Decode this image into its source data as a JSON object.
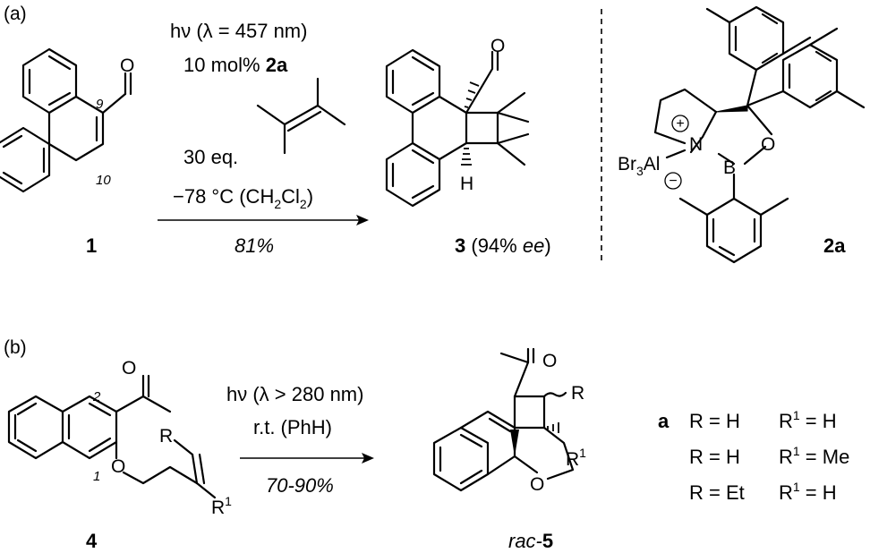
{
  "panel_a": {
    "label": "(a)",
    "cond_line1_pre": "hν (λ = 457 nm)",
    "cond_line2_pre": "10 mol% ",
    "cond_line2_cat": "2a",
    "cond_eq": "30 eq.",
    "cond_temp_pre": "−78 °C (CH",
    "cond_temp_sub1": "2",
    "cond_temp_mid": "Cl",
    "cond_temp_sub2": "2",
    "cond_temp_post": ")",
    "yield": "81%",
    "sm_number": "1",
    "pos9": "9",
    "pos10": "10",
    "prod_number": "3",
    "prod_ee_pre": " (94% ",
    "prod_ee_ital": "ee",
    "prod_ee_post": ")",
    "h_label": "H",
    "o_label": "O",
    "catalyst": {
      "number": "2a",
      "n": "N",
      "b": "B",
      "o": "O",
      "br_pre": "Br",
      "br_sub": "3",
      "al": "Al",
      "plus": "+",
      "minus": "−"
    }
  },
  "panel_b": {
    "label": "(b)",
    "cond_line1": "hν (λ > 280 nm)",
    "cond_line2": "r.t. (PhH)",
    "yield": "70-90%",
    "sm_number": "4",
    "pos2": "2",
    "pos1": "1",
    "o_ketone": "O",
    "o_ether": "O",
    "r": "R",
    "r1_pre": "R",
    "r1_sup": "1",
    "prod_prefix": "rac-",
    "prod_number": "5",
    "prod_o_ketone": "O",
    "prod_o_ether": "O",
    "prod_r": "R",
    "prod_r1_pre": "R",
    "prod_r1_sup": "1",
    "table": {
      "entry_label": "a",
      "rows": [
        {
          "r": "R = H",
          "r1_pre": "R",
          "r1_sup": "1",
          "r1_post": " = H"
        },
        {
          "r": "R = H",
          "r1_pre": "R",
          "r1_sup": "1",
          "r1_post": " = Me"
        },
        {
          "r": "R = Et",
          "r1_pre": "R",
          "r1_sup": "1",
          "r1_post": " = H"
        }
      ]
    }
  }
}
